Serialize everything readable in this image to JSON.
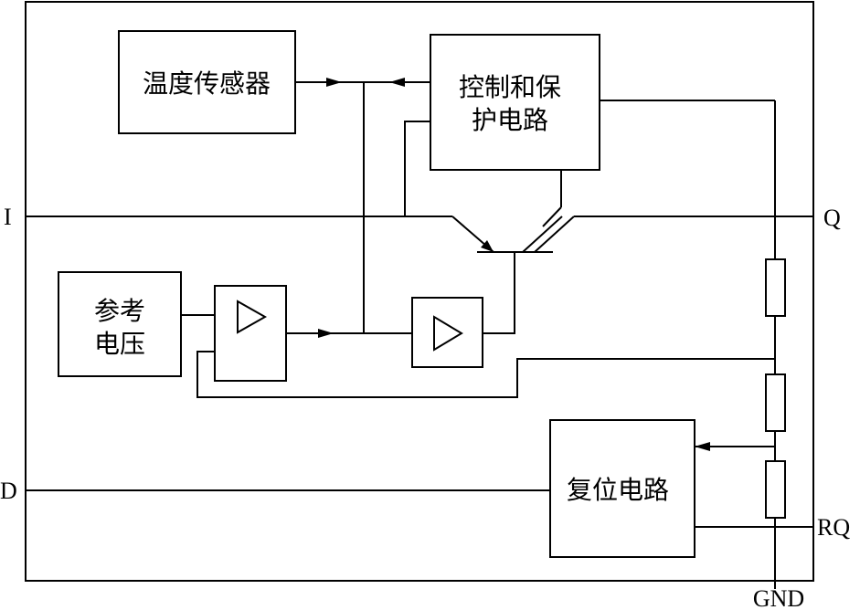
{
  "blocks": {
    "temp_sensor": "温度传感器",
    "control_line1": "控制和保",
    "control_line2": "护电路",
    "reference_line1": "参考",
    "reference_line2": "电压",
    "reset": "复位电路"
  },
  "pins": {
    "input": "I",
    "output": "Q",
    "delay": "D",
    "reset_out": "RQ",
    "ground": "GND"
  }
}
